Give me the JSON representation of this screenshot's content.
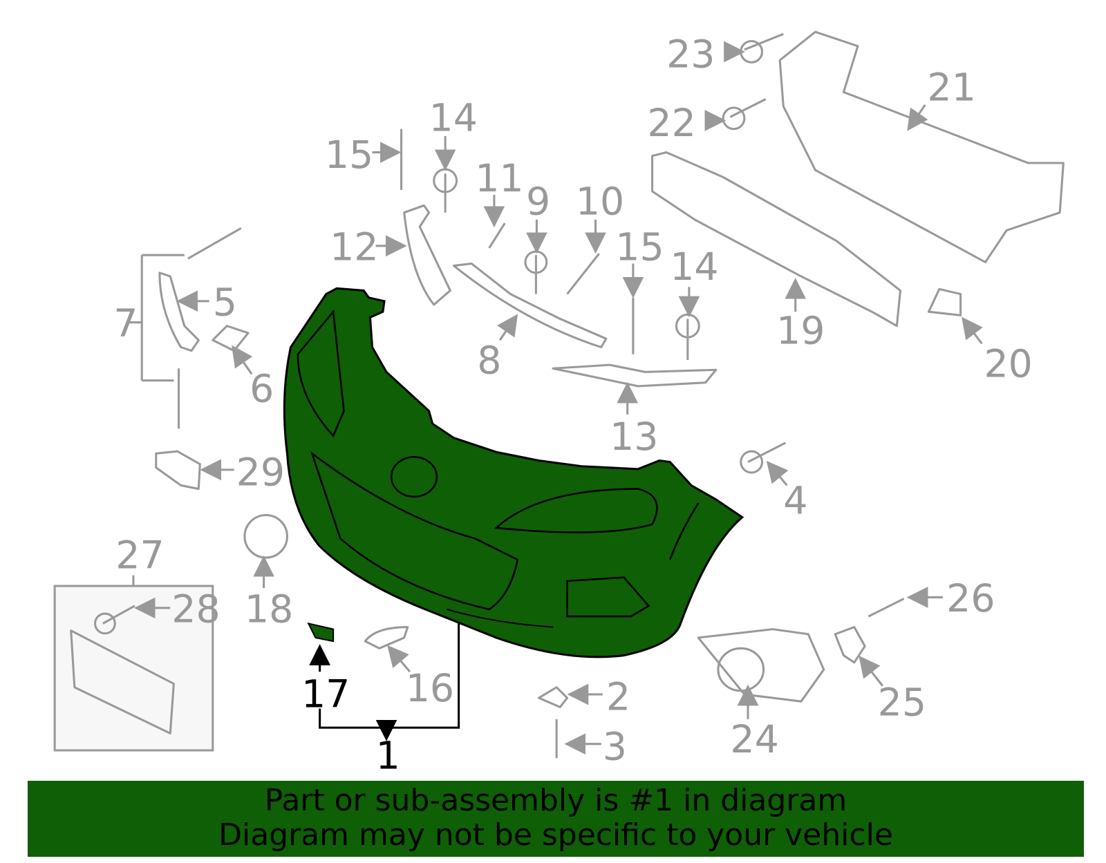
{
  "diagram": {
    "highlight_color": "#0f5f06",
    "callouts": [
      "1",
      "2",
      "3",
      "4",
      "5",
      "6",
      "7",
      "8",
      "9",
      "10",
      "11",
      "12",
      "13",
      "14",
      "14",
      "15",
      "15",
      "16",
      "17",
      "18",
      "19",
      "20",
      "21",
      "22",
      "23",
      "24",
      "25",
      "26",
      "27",
      "28",
      "29"
    ],
    "highlighted_part": "1"
  },
  "banner": {
    "line1": "Part or sub-assembly is #1 in diagram",
    "line2": "Diagram may not be specific to your vehicle"
  }
}
